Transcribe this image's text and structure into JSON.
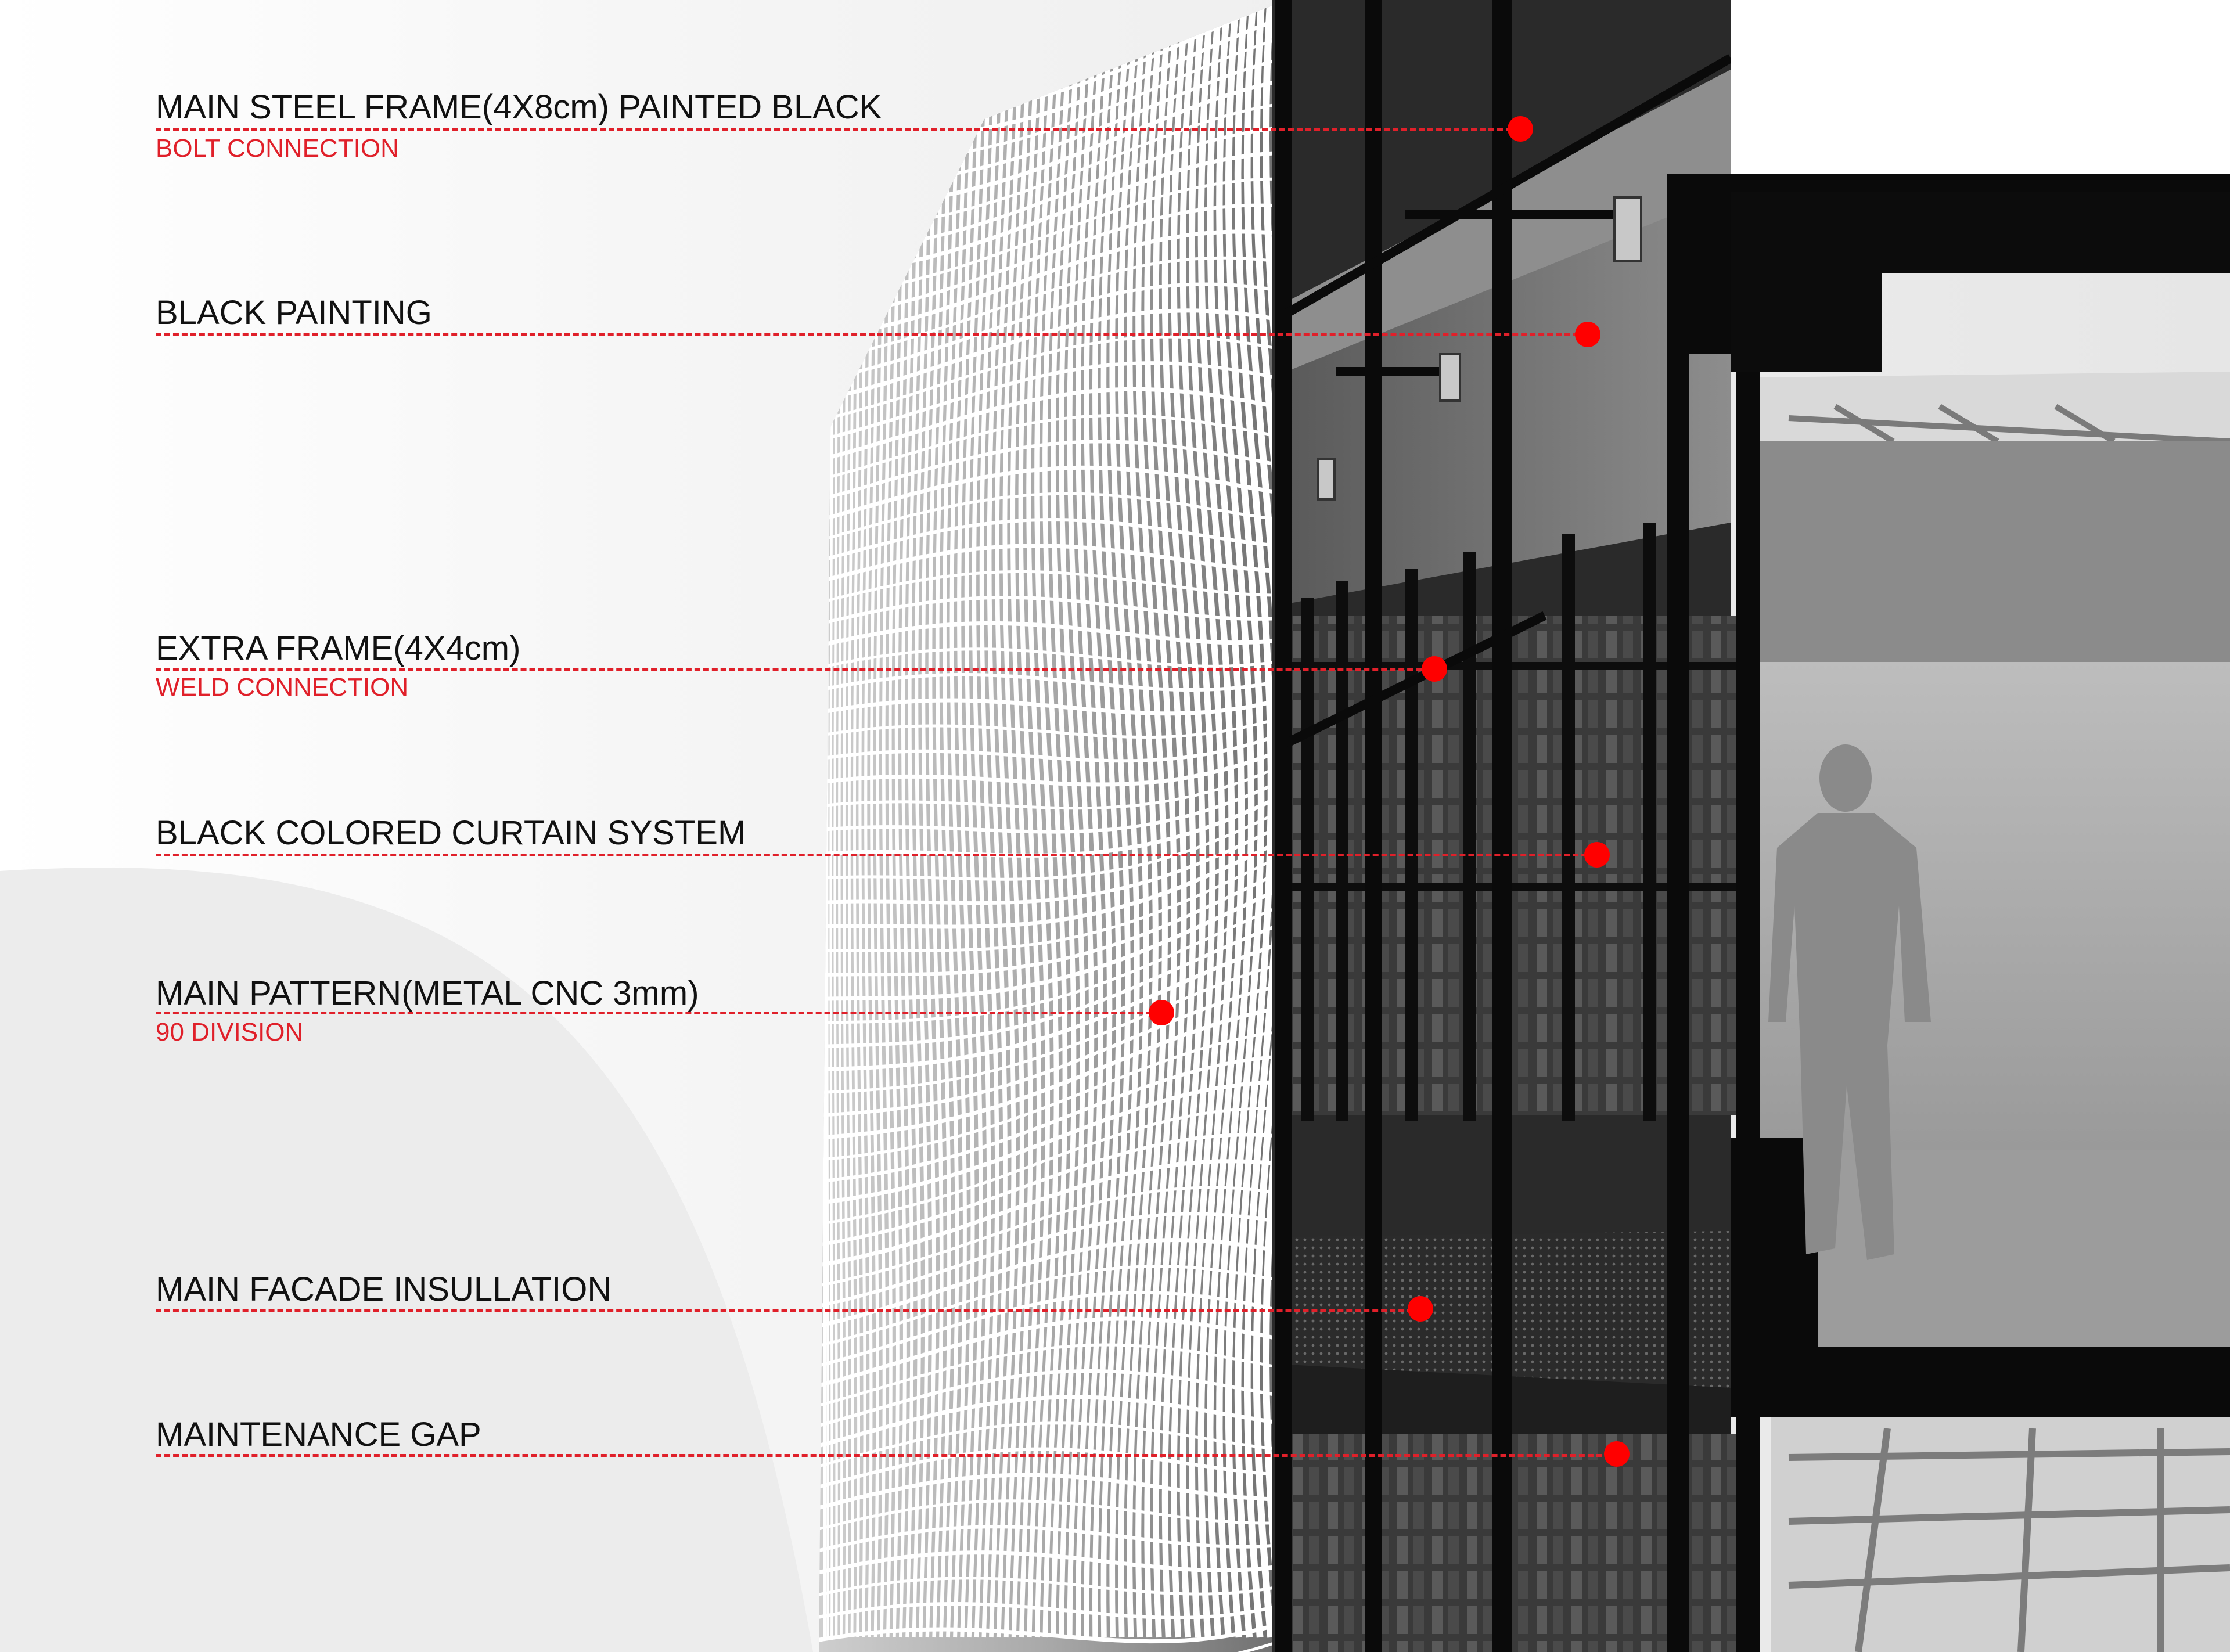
{
  "colors": {
    "accent": "#ff0000",
    "leader": "#e0202a",
    "text": "#111111",
    "frame": "#0a0a0a",
    "screen": "#ffffff"
  },
  "annotations": [
    {
      "title": "MAIN STEEL FRAME(4X8cm) PAINTED BLACK",
      "subtitle": "BOLT CONNECTION"
    },
    {
      "title": "BLACK PAINTING",
      "subtitle": ""
    },
    {
      "title": "EXTRA FRAME(4X4cm)",
      "subtitle": "WELD CONNECTION"
    },
    {
      "title": "BLACK COLORED CURTAIN SYSTEM",
      "subtitle": ""
    },
    {
      "title": "MAIN PATTERN(METAL CNC 3mm)",
      "subtitle": "90 DIVISION"
    },
    {
      "title": "MAIN FACADE INSULLATION",
      "subtitle": ""
    },
    {
      "title": "MAINTENANCE GAP",
      "subtitle": ""
    }
  ]
}
